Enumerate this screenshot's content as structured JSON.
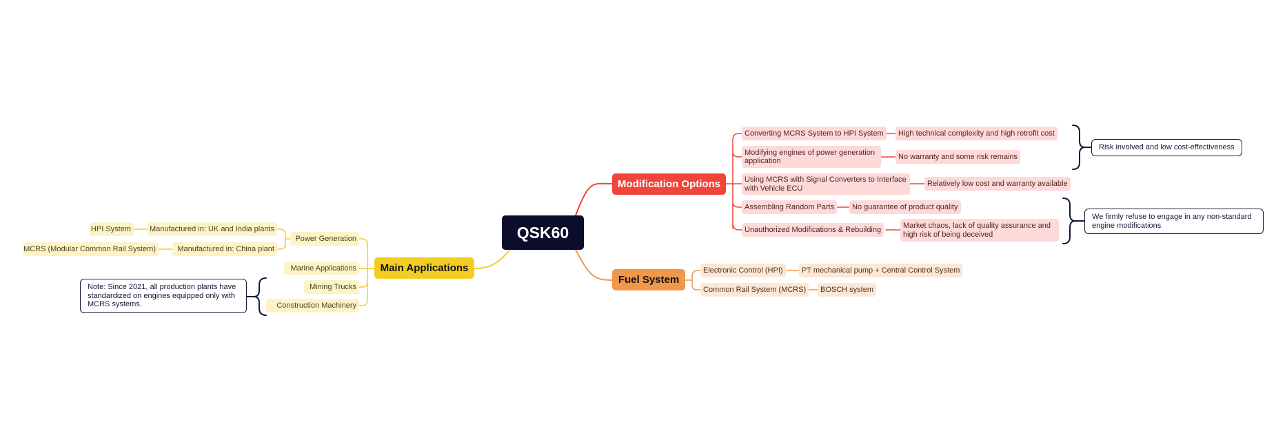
{
  "root": {
    "label": "QSK60"
  },
  "modification": {
    "label": "Modification Options",
    "items": [
      {
        "label": "Converting MCRS System to HPI System",
        "detail": "High technical complexity and high retrofit cost"
      },
      {
        "label": "Modifying engines of power generation application",
        "detail": "No warranty and some risk remains"
      },
      {
        "label": "Using MCRS with Signal Converters to Interface with Vehicle ECU",
        "detail": "Relatively low cost and warranty available"
      },
      {
        "label": "Assembling Random Parts",
        "detail": "No guarantee of product quality"
      },
      {
        "label": "Unauthorized Modifications & Rebuilding",
        "detail": "Market chaos, lack of quality assurance and high risk of being deceived"
      }
    ],
    "summary_risk": "Risk involved and low cost-effectiveness",
    "summary_refuse": "We firmly refuse to engage in any non-standard engine modifications"
  },
  "fuel": {
    "label": "Fuel System",
    "items": [
      {
        "label": "Electronic Control (HPI)",
        "detail": "PT mechanical pump + Central Control System"
      },
      {
        "label": "Common Rail System (MCRS)",
        "detail": "BOSCH system"
      }
    ]
  },
  "applications": {
    "label": "Main Applications",
    "power_generation": {
      "label": "Power Generation",
      "items": [
        {
          "label": "Manufactured in: UK and India plants",
          "detail": "HPI System"
        },
        {
          "label": "Manufactured in: China plant",
          "detail": "MCRS (Modular Common Rail System)"
        }
      ]
    },
    "others": [
      "Marine Applications",
      "Mining Trucks",
      "Construction Machinery"
    ],
    "note": "Note: Since 2021, all production plants have standardized on engines equipped only with MCRS systems."
  },
  "colors": {
    "root": "#0c0d2b",
    "modification": "#f1453a",
    "fuel": "#f0974a",
    "applications": "#f3cd24"
  }
}
